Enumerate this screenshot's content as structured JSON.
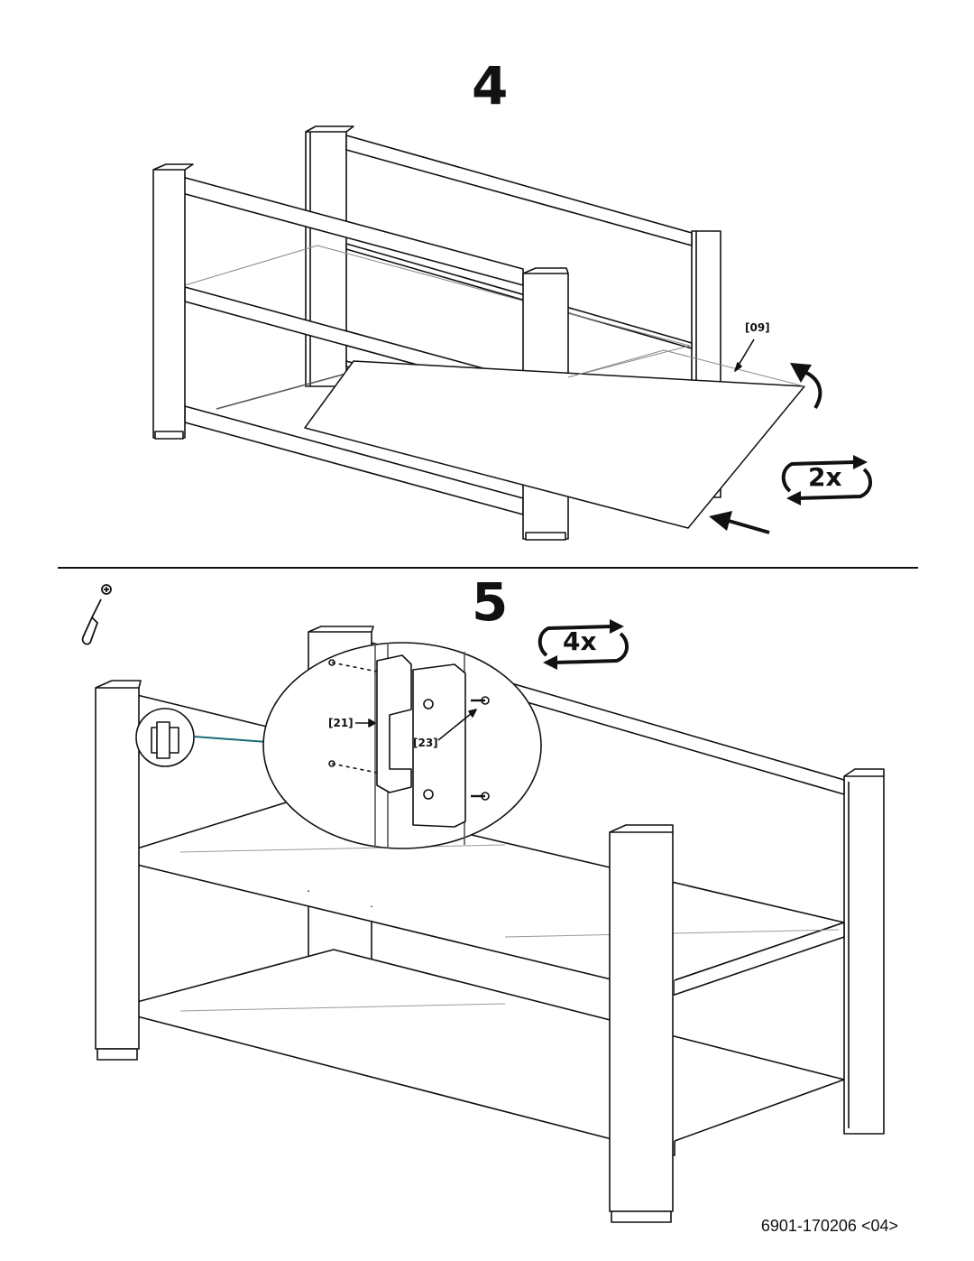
{
  "steps": [
    {
      "number": "4",
      "repeat": "2x",
      "part_callout": "[09]"
    },
    {
      "number": "5",
      "repeat": "4x",
      "part_callouts": [
        "[21]",
        "[23]"
      ]
    }
  ],
  "icons": {
    "tool": "screwdriver-icon",
    "rotate": "rotate-arrow-icon",
    "repeat": "repeat-cycle-icon"
  },
  "footer": {
    "code": "6901-170206 <04>"
  }
}
